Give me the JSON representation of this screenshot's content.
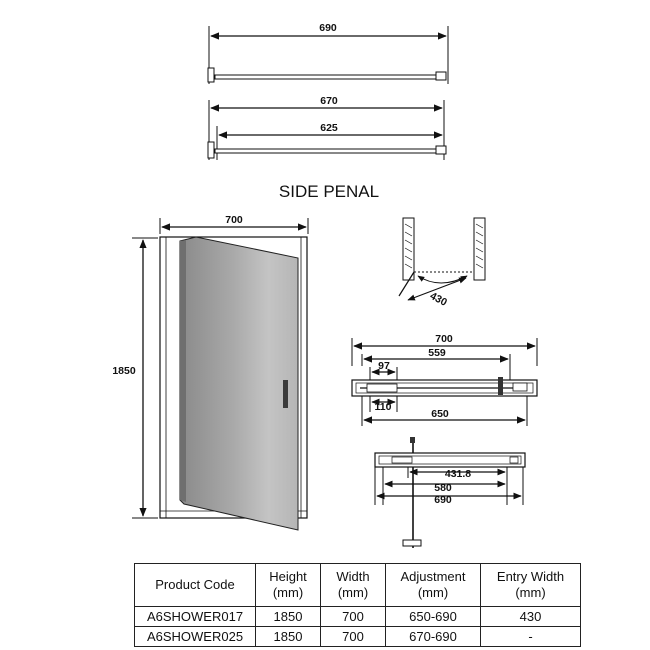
{
  "side_panel": {
    "title": "SIDE PENAL",
    "dim_outer": "690",
    "dim_mid": "670",
    "dim_inner": "625"
  },
  "front_view": {
    "dim_width": "700",
    "dim_height": "1850"
  },
  "swing_detail": {
    "dim_opening": "430"
  },
  "top_plan": {
    "dim_width": "700",
    "dim_hinge": "559",
    "dim_offset": "97",
    "dim_leaf": "110",
    "dim_min": "650"
  },
  "bottom_plan": {
    "dim_a": "431.8",
    "dim_b": "580",
    "dim_c": "690"
  },
  "table": {
    "headers": [
      {
        "line1": "Product Code",
        "line2": ""
      },
      {
        "line1": "Height",
        "line2": "(mm)"
      },
      {
        "line1": "Width",
        "line2": "(mm)"
      },
      {
        "line1": "Adjustment",
        "line2": "(mm)"
      },
      {
        "line1": "Entry Width",
        "line2": "(mm)"
      }
    ],
    "rows": [
      [
        "A6SHOWER017",
        "1850",
        "700",
        "650-690",
        "430"
      ],
      [
        "A6SHOWER025",
        "1850",
        "700",
        "670-690",
        "-"
      ]
    ]
  },
  "colors": {
    "glass_dark": "#8c8c8c",
    "glass_light": "#c6c6c6",
    "line": "#111111"
  }
}
